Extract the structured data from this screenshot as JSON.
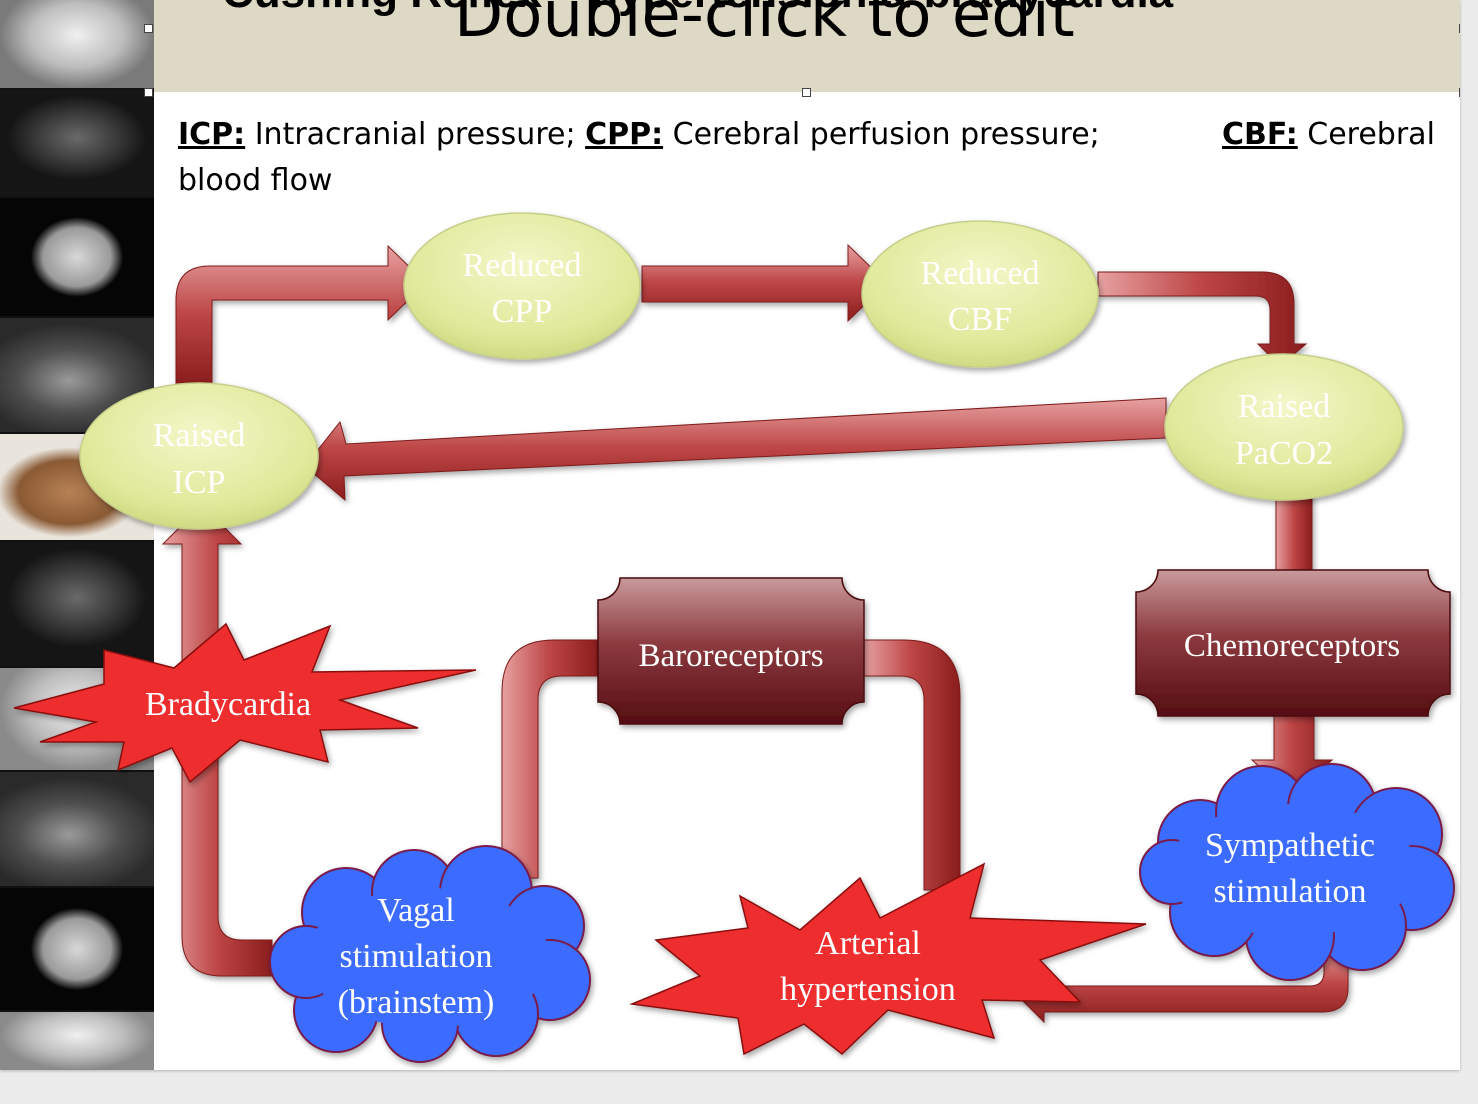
{
  "title": {
    "text": "Cushing Reflex – hypertension & bradycardia",
    "placeholder": "Double-click to edit"
  },
  "legend": {
    "icp_abbr": "ICP:",
    "icp_text": " Intracranial pressure; ",
    "cpp_abbr": "CPP:",
    "cpp_text": " Cerebral perfusion pressure;",
    "cbf_abbr": "CBF:",
    "cbf_text": " Cerebral",
    "cbf_text2": "blood flow"
  },
  "nodes": {
    "raised_icp": [
      "Raised",
      "ICP"
    ],
    "reduced_cpp": [
      "Reduced",
      "CPP"
    ],
    "reduced_cbf": [
      "Reduced",
      "CBF"
    ],
    "raised_paco2": [
      "Raised",
      "PaCO2"
    ],
    "chemoreceptors": "Chemoreceptors",
    "baroreceptors": "Baroreceptors",
    "sympathetic": [
      "Sympathetic",
      "stimulation"
    ],
    "arterial_hypertension": [
      "Arterial",
      "hypertension"
    ],
    "vagal": [
      "Vagal",
      "stimulation",
      "(brainstem)"
    ],
    "bradycardia": "Bradycardia"
  },
  "colors": {
    "title_bar": "#ddd9c4",
    "ellipse_fill": "#e3ec9f",
    "arrow_red": "#b83a3a",
    "box_dark": "#6b1318",
    "cloud_blue": "#3a6cff",
    "burst_red": "#ee2e2e"
  }
}
